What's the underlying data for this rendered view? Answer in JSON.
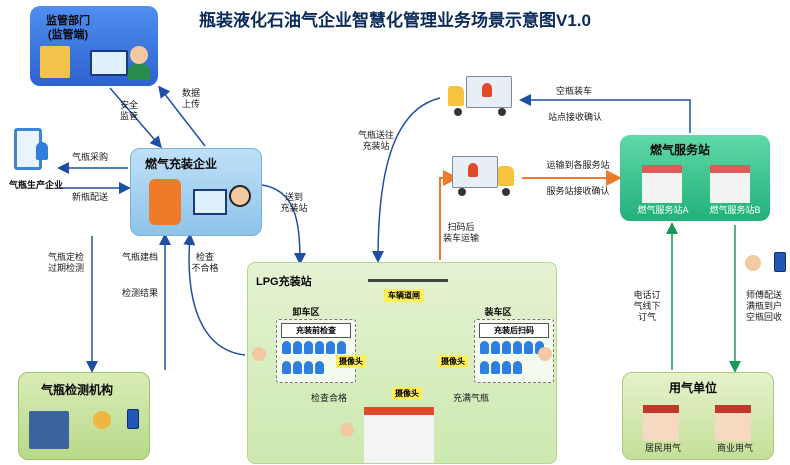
{
  "title": "瓶装液化石油气企业智慧化管理业务场景示意图V1.0",
  "nodes": {
    "supervisor_line1": "监管部门",
    "supervisor_line2": "(监管端)",
    "filling_company": "燃气充装企业",
    "producer": "气瓶生产企业",
    "inspection": "气瓶检测机构",
    "service_station": "燃气服务站",
    "station_a": "燃气服务站A",
    "station_b": "燃气服务站B",
    "gas_user": "用气单位",
    "resident": "居民用气",
    "commercial": "商业用气",
    "lpg_station": "LPG充装站"
  },
  "lpg": {
    "unload_zone": "卸车区",
    "load_zone": "装车区",
    "pre_check": "充装前检查",
    "post_scan": "充装后扫码",
    "gate": "车辆道闸",
    "camera": "摄像头",
    "check_pass": "检查合格",
    "filled": "充满气瓶"
  },
  "labels": {
    "safety_line1": "安全",
    "safety_line2": "监管",
    "data_line1": "数据",
    "data_line2": "上传",
    "purchase": "气瓶采购",
    "new_bottle": "新瓶配送",
    "send_line1": "送到",
    "send_line2": "充装站",
    "periodic_line1": "气瓶定检",
    "periodic_line2": "过期检测",
    "archive": "气瓶建档",
    "result": "检测结果",
    "fail_line1": "检查",
    "fail_line2": "不合格",
    "ship_line1": "气瓶送往",
    "ship_line2": "充装站",
    "scan_line1": "扫码后",
    "scan_line2": "装车运输",
    "empty_load": "空瓶装车",
    "station_receive": "站点接收确认",
    "transport": "运输到各服务站",
    "service_receive": "服务站接收确认",
    "order_line1": "电话订",
    "order_line2": "气线下",
    "order_line3": "订气",
    "deliver_line1": "师傅配送",
    "deliver_line2": "满瓶到户",
    "deliver_line3": "空瓶回收"
  },
  "colors": {
    "arrow_blue": "#1e4fa3",
    "arrow_orange": "#f0792a",
    "arrow_green": "#1a9a5a"
  }
}
